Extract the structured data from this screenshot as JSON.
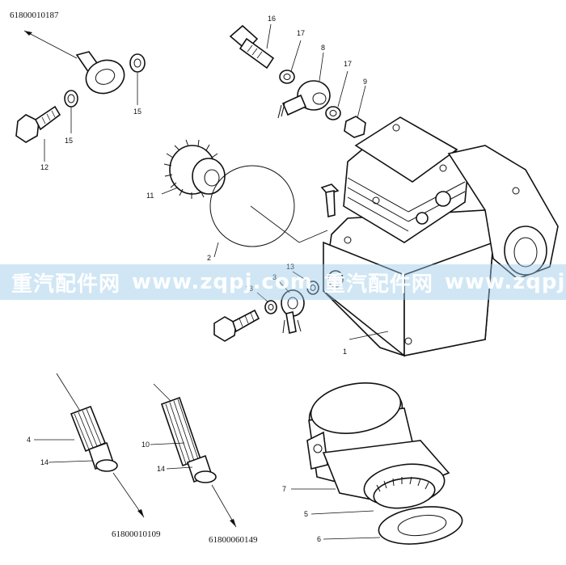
{
  "part_numbers": {
    "top_left": "61800010187",
    "bottom_left": "61800010109",
    "bottom_middle": "61800060149"
  },
  "callouts": {
    "c1": "1",
    "c2": "2",
    "c3": "3",
    "c4": "4",
    "c5": "5",
    "c6": "6",
    "c7": "7",
    "c8": "8",
    "c9": "9",
    "c10": "10",
    "c11": "11",
    "c12": "12",
    "c13a": "13",
    "c13b": "13",
    "c14a": "14",
    "c14b": "14",
    "c15a": "15",
    "c15b": "15",
    "c16": "16",
    "c17a": "17",
    "c17b": "17"
  },
  "watermark": {
    "brand_1": "重汽配件网",
    "url_1": "www.zqpj.com",
    "brand_2": "重汽配件网",
    "url_2": "www.zqpj.com",
    "tint": "#96c8e6"
  }
}
